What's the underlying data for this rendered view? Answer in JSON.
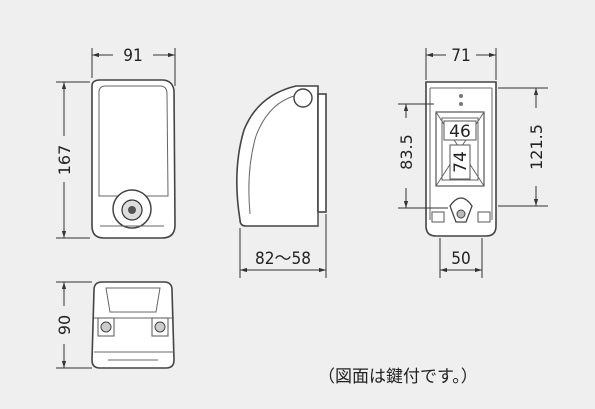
{
  "dimensions": {
    "front_width": "91",
    "front_height": "167",
    "side_depth": "82〜58",
    "back_width": "71",
    "back_height_left": "83.5",
    "back_height_right": "121.5",
    "back_bottom_width": "50",
    "window_upper": "46",
    "window_lower": "74",
    "bottom_height": "90"
  },
  "note": "（図面は鍵付です。）",
  "colors": {
    "background": "#efefef",
    "outline": "#444444",
    "fill": "#ffffff"
  }
}
